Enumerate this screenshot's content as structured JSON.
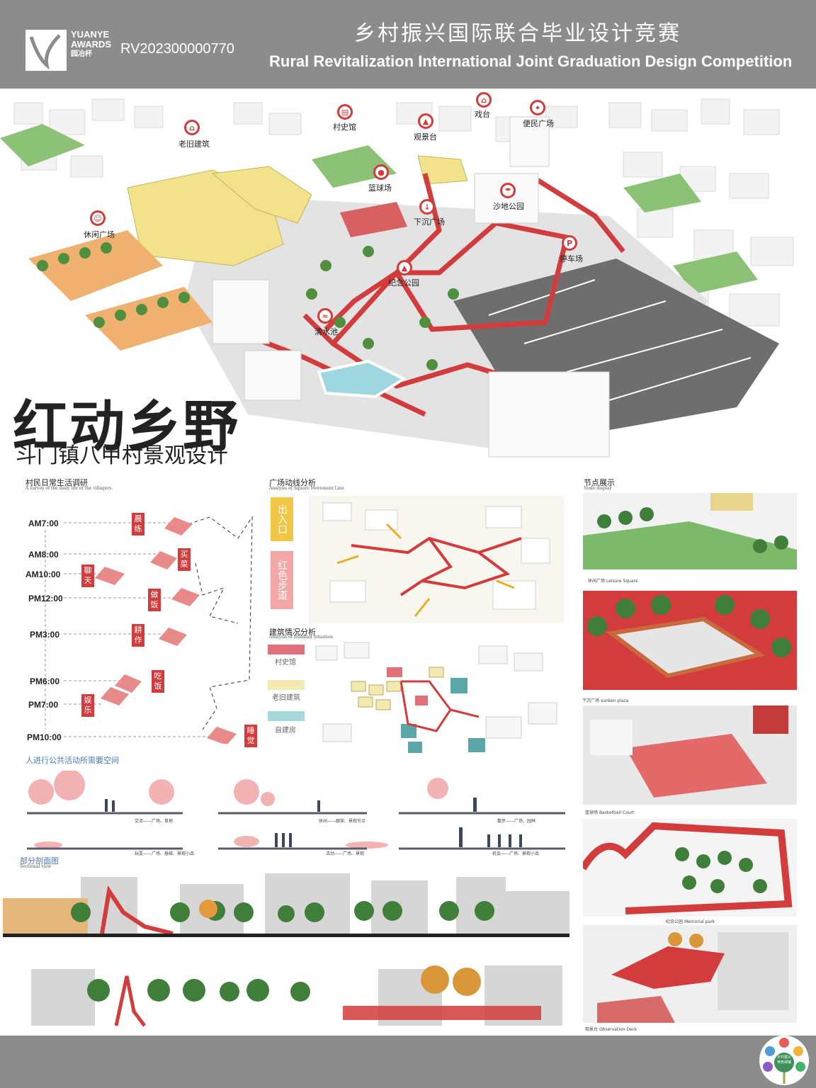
{
  "header": {
    "logo_lines": [
      "YUANYE",
      "AWARDS",
      "园冶杯"
    ],
    "reg_id": "RV202300000770",
    "cn_title": "乡村振兴国际联合毕业设计竞赛",
    "en_title": "Rural Revitalization International Joint Graduation Design Competition"
  },
  "aerial": {
    "labels": [
      "老旧建筑",
      "村史馆",
      "观景台",
      "戏台",
      "便民广场",
      "篮球场",
      "沙地公园",
      "下沉广场",
      "休闲广场",
      "停车场",
      "纪念公园",
      "清水池"
    ]
  },
  "project": {
    "title": "红动乡野",
    "subtitle": "斗门镇八甲村景观设计"
  },
  "survey": {
    "title": "村民日常生活调研",
    "subtitle": "A survey of the daily life of the villagers.",
    "times": [
      "AM7:00",
      "AM8:00",
      "AM10:00",
      "PM12:00",
      "PM3:00",
      "PM6:00",
      "PM7:00",
      "PM10:00"
    ],
    "activities": [
      "晨练",
      "买菜",
      "聊天",
      "做饭",
      "耕作",
      "吃饭",
      "娱乐",
      "睡觉"
    ]
  },
  "movement": {
    "title": "广场动线分析",
    "subtitle": "Analysis of Square Movement Line",
    "legend": [
      "出入口",
      "红色步道"
    ]
  },
  "building": {
    "title": "建筑情况分析",
    "subtitle": "Analysis of Building Situation",
    "legend": [
      {
        "label": "村史馆",
        "color": "#e0707a"
      },
      {
        "label": "老旧建筑",
        "color": "#f2eab0"
      },
      {
        "label": "自建房",
        "color": "#a8d8dc"
      }
    ]
  },
  "space": {
    "title": "人进行公共活动所需要空间",
    "captions": [
      "交流——广场、草地",
      "休闲——廊架、景观节点",
      "散步——广场、园林",
      "玩耍——广场、器械、景观小品",
      "活动——广场、景观",
      "机会——广场、景观小品"
    ]
  },
  "section": {
    "title": "部分剖面图",
    "subtitle": "Sectional view"
  },
  "nodes": {
    "title": "节点展示",
    "subtitle": "Node display",
    "captions": [
      {
        "cn": "休闲广场",
        "en": "Leisure Square"
      },
      {
        "cn": "下沉广场",
        "en": "sunken plaza"
      },
      {
        "cn": "篮球场",
        "en": "Basketball Court"
      },
      {
        "cn": "纪念公园",
        "en": "Memorial park"
      },
      {
        "cn": "观景台",
        "en": "Observation Deck"
      }
    ]
  },
  "footer": {
    "badge_lines": [
      "乡村振兴",
      "特色城镇"
    ]
  },
  "colors": {
    "accent_red": "#d23c3c",
    "header_gray": "#8c8c8c",
    "green": "#7cb96a",
    "old_building_yellow": "#f2e28c"
  }
}
